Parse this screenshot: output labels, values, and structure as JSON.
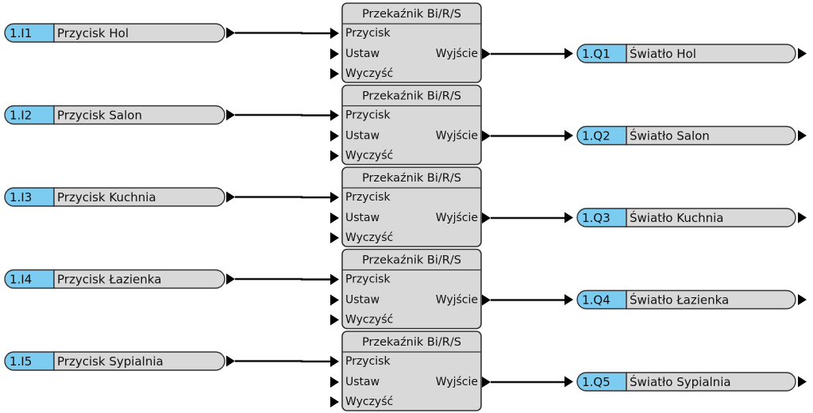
{
  "colors": {
    "address_fill": "#7ccbf0",
    "label_fill": "#d9d9d9",
    "block_fill": "#d9d9d9",
    "line": "#111111"
  },
  "icons": {
    "pin": "triangle-arrow-icon"
  },
  "block": {
    "title": "Przekaźnik Bi/R/S",
    "input_set": "Przycisk",
    "input_reset_on": "Ustaw",
    "input_clear": "Wyczyść",
    "output": "Wyjście"
  },
  "rows": [
    {
      "input_address": "1.I1",
      "input_label": "Przycisk Hol",
      "output_address": "1.Q1",
      "output_label": "Światło Hol"
    },
    {
      "input_address": "1.I2",
      "input_label": "Przycisk Salon",
      "output_address": "1.Q2",
      "output_label": "Światło Salon"
    },
    {
      "input_address": "1.I3",
      "input_label": "Przycisk Kuchnia",
      "output_address": "1.Q3",
      "output_label": "Światło Kuchnia"
    },
    {
      "input_address": "1.I4",
      "input_label": "Przycisk Łazienka",
      "output_address": "1.Q4",
      "output_label": "Światło Łazienka"
    },
    {
      "input_address": "1.I5",
      "input_label": "Przycisk Sypialnia",
      "output_address": "1.Q5",
      "output_label": "Światło Sypialnia"
    }
  ]
}
